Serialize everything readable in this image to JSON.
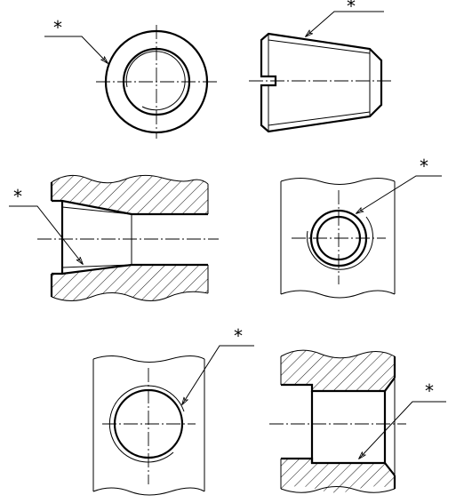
{
  "marker_symbol": "*",
  "views": [
    {
      "name": "tapered-pin-end-view",
      "mark": "*"
    },
    {
      "name": "tapered-pin-side-view",
      "mark": "*"
    },
    {
      "name": "countersunk-bore-section",
      "mark": "*"
    },
    {
      "name": "countersunk-bore-top-view",
      "mark": "*"
    },
    {
      "name": "threaded-hole-top-view",
      "mark": "*"
    },
    {
      "name": "counterbore-section",
      "mark": "*"
    }
  ],
  "colors": {
    "line": "#000000",
    "background": "#ffffff"
  }
}
